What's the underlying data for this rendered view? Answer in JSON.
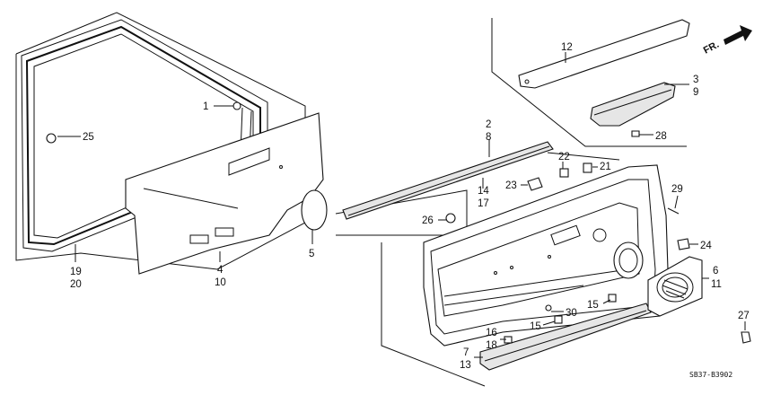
{
  "callouts": {
    "c1": "1",
    "c25": "25",
    "c19": "19",
    "c20": "20",
    "c4": "4",
    "c10": "10",
    "c5": "5",
    "c2": "2",
    "c8": "8",
    "c14": "14",
    "c17": "17",
    "c26": "26",
    "c22": "22",
    "c21": "21",
    "c23": "23",
    "c12": "12",
    "c3": "3",
    "c9": "9",
    "c28": "28",
    "c29": "29",
    "c24": "24",
    "c6": "6",
    "c11": "11",
    "c27": "27",
    "c30": "30",
    "c15a": "15",
    "c15b": "15",
    "c16": "16",
    "c18": "18",
    "c7": "7",
    "c13": "13"
  },
  "direction_label": "FR.",
  "diagram_code": "SB37-B3902",
  "icons": {
    "direction": "forward-arrow-icon"
  }
}
